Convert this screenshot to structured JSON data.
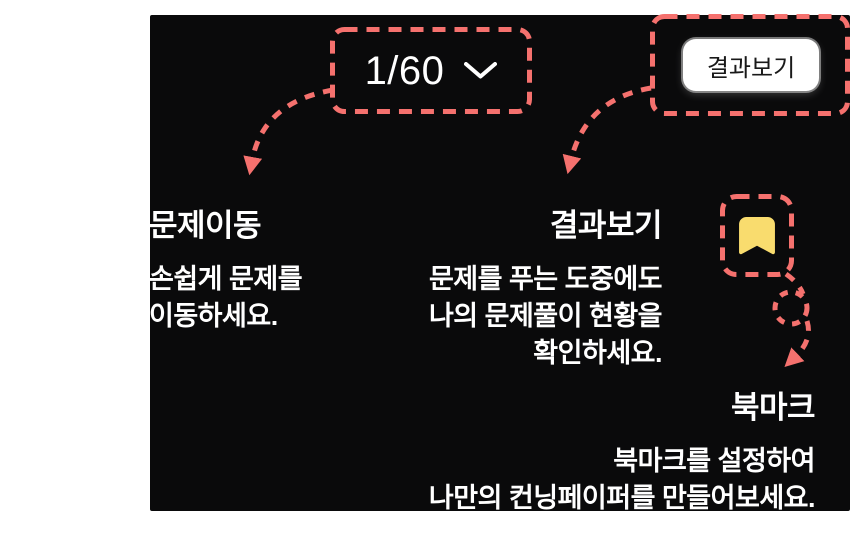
{
  "overlay": {
    "question_nav": {
      "value": "1/60",
      "icon": "chevron-down"
    },
    "results_button": {
      "label": "결과보기"
    },
    "bookmark_button": {
      "icon": "bookmark"
    }
  },
  "tips": [
    {
      "id": "question-nav",
      "title": "문제이동",
      "lines": [
        "손쉽게 문제를",
        "이동하세요."
      ]
    },
    {
      "id": "view-results",
      "title": "결과보기",
      "lines": [
        "문제를 푸는 도중에도",
        "나의 문제풀이 현황을",
        "확인하세요."
      ]
    },
    {
      "id": "bookmark",
      "title": "북마크",
      "lines": [
        "북마크를 설정하여",
        "나만의 컨닝페이퍼를 만들어보세요."
      ]
    }
  ],
  "colors": {
    "page_bg": "#ffffff",
    "panel_bg": "#0a0a0b",
    "accent": "#f5716e",
    "text": "#ffffff",
    "bookmark_yellow": "#f9dc6e",
    "button_bg": "#ffffff",
    "button_text": "#191919"
  }
}
